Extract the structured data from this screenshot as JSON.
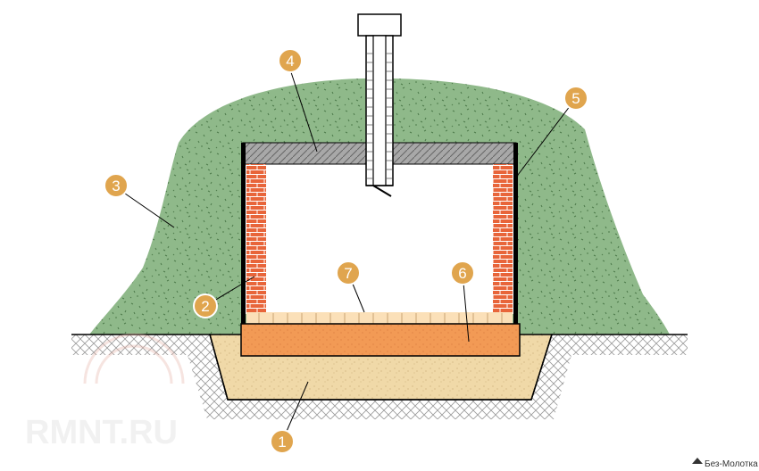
{
  "callouts": [
    {
      "id": "1",
      "label": "1"
    },
    {
      "id": "2",
      "label": "2"
    },
    {
      "id": "3",
      "label": "3"
    },
    {
      "id": "4",
      "label": "4"
    },
    {
      "id": "5",
      "label": "5"
    },
    {
      "id": "6",
      "label": "6"
    },
    {
      "id": "7",
      "label": "7"
    }
  ],
  "watermarks": {
    "left": "RMNT.RU",
    "right": "Без-Молотка"
  },
  "colors": {
    "mound": "#8fb98a",
    "brick": "#e8653a",
    "mortar": "#ffffff",
    "slab": "#a8a8a8",
    "sand_base": "#f0d9a8",
    "floor_layer": "#f29a55",
    "floor_tiles": "#fbe0b8",
    "callout": "#e0a54e"
  }
}
